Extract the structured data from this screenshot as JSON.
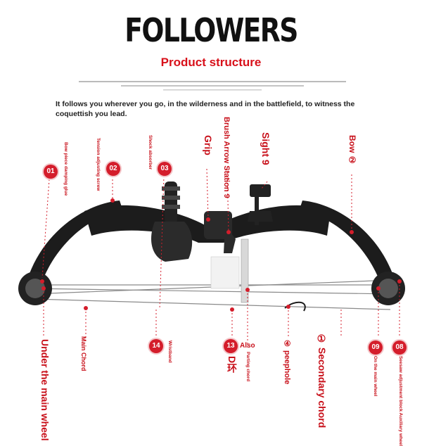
{
  "header": {
    "brand": "FOLLOWERS",
    "subtitle": "Product structure",
    "tagline": "It follows you wherever you go, in the wilderness and in the battlefield, to witness the coquettish you lead."
  },
  "colors": {
    "accent": "#d41d2b",
    "bow": "#1a1a1a",
    "string": "#8a8a8a"
  },
  "top_labels": [
    {
      "num": "01",
      "text": "Bow piece damping glue"
    },
    {
      "num": "02",
      "text": "Tension adjusting screw"
    },
    {
      "num": "03",
      "text": "Shock absorber"
    },
    {
      "text": "Grip"
    },
    {
      "text": "Brush Arrow Station 9"
    },
    {
      "text": "Sight 9"
    },
    {
      "text": "Bow ②"
    }
  ],
  "bottom_labels": [
    {
      "text": "Under the main wheel"
    },
    {
      "text": "Main Chord"
    },
    {
      "num": "14",
      "text": "Wristband"
    },
    {
      "num": "13",
      "text": "Also"
    },
    {
      "text": "D环"
    },
    {
      "text": "Parting chord"
    },
    {
      "text": "④ peephole"
    },
    {
      "text": "① Secondary chord"
    },
    {
      "num": "09",
      "text": "On the main wheel"
    },
    {
      "num": "08",
      "text": "Seesaw adjustment block Auxiliary wheel"
    }
  ]
}
